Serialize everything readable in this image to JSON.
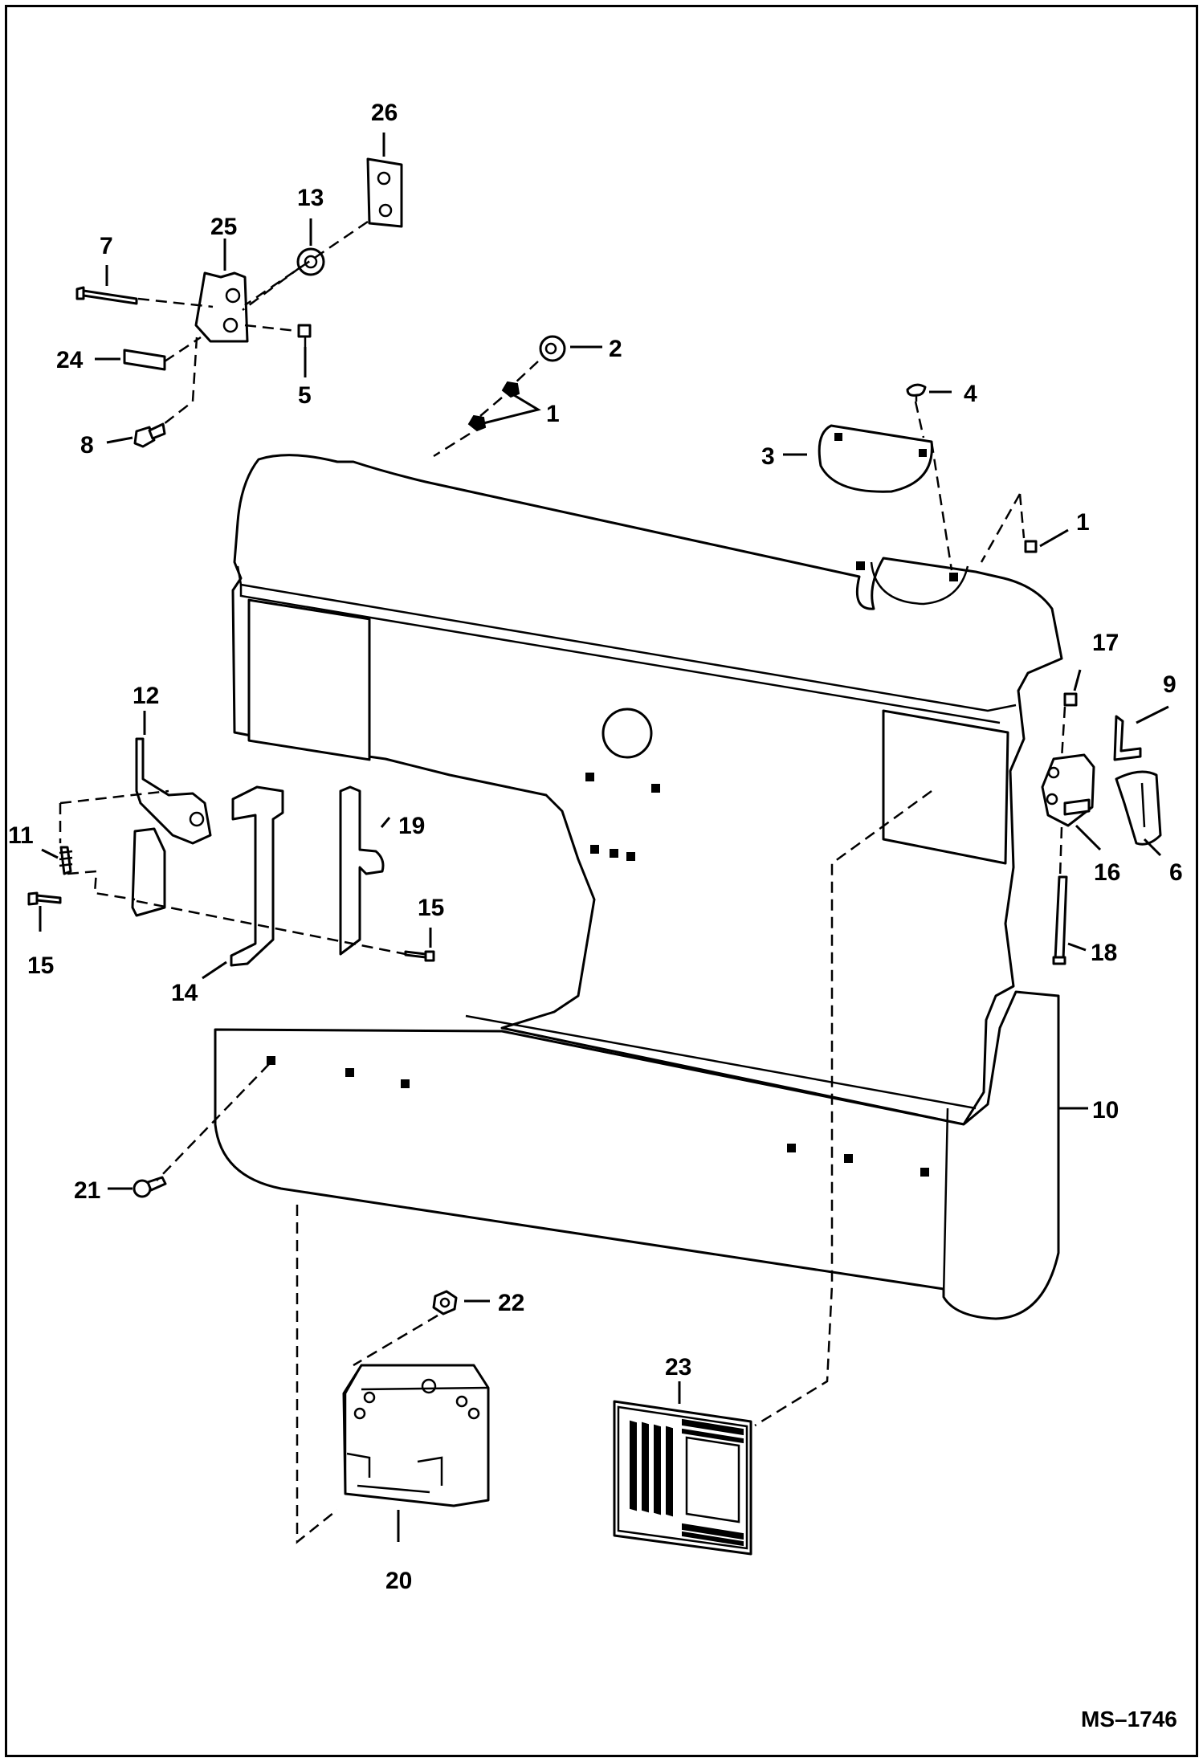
{
  "drawing_code": "MS–1746",
  "callouts": [
    {
      "id": "c26",
      "text": "26"
    },
    {
      "id": "c13",
      "text": "13"
    },
    {
      "id": "c7",
      "text": "7"
    },
    {
      "id": "c25",
      "text": "25"
    },
    {
      "id": "c24",
      "text": "24"
    },
    {
      "id": "c5",
      "text": "5"
    },
    {
      "id": "c8",
      "text": "8"
    },
    {
      "id": "c2",
      "text": "2"
    },
    {
      "id": "c1a",
      "text": "1"
    },
    {
      "id": "c4",
      "text": "4"
    },
    {
      "id": "c3",
      "text": "3"
    },
    {
      "id": "c1b",
      "text": "1"
    },
    {
      "id": "c17",
      "text": "17"
    },
    {
      "id": "c9",
      "text": "9"
    },
    {
      "id": "c12",
      "text": "12"
    },
    {
      "id": "c19",
      "text": "19"
    },
    {
      "id": "c11",
      "text": "11"
    },
    {
      "id": "c15a",
      "text": "15"
    },
    {
      "id": "c15b",
      "text": "15"
    },
    {
      "id": "c14",
      "text": "14"
    },
    {
      "id": "c16",
      "text": "16"
    },
    {
      "id": "c6",
      "text": "6"
    },
    {
      "id": "c18",
      "text": "18"
    },
    {
      "id": "c10",
      "text": "10"
    },
    {
      "id": "c21",
      "text": "21"
    },
    {
      "id": "c22",
      "text": "22"
    },
    {
      "id": "c23",
      "text": "23"
    },
    {
      "id": "c20",
      "text": "20"
    }
  ]
}
